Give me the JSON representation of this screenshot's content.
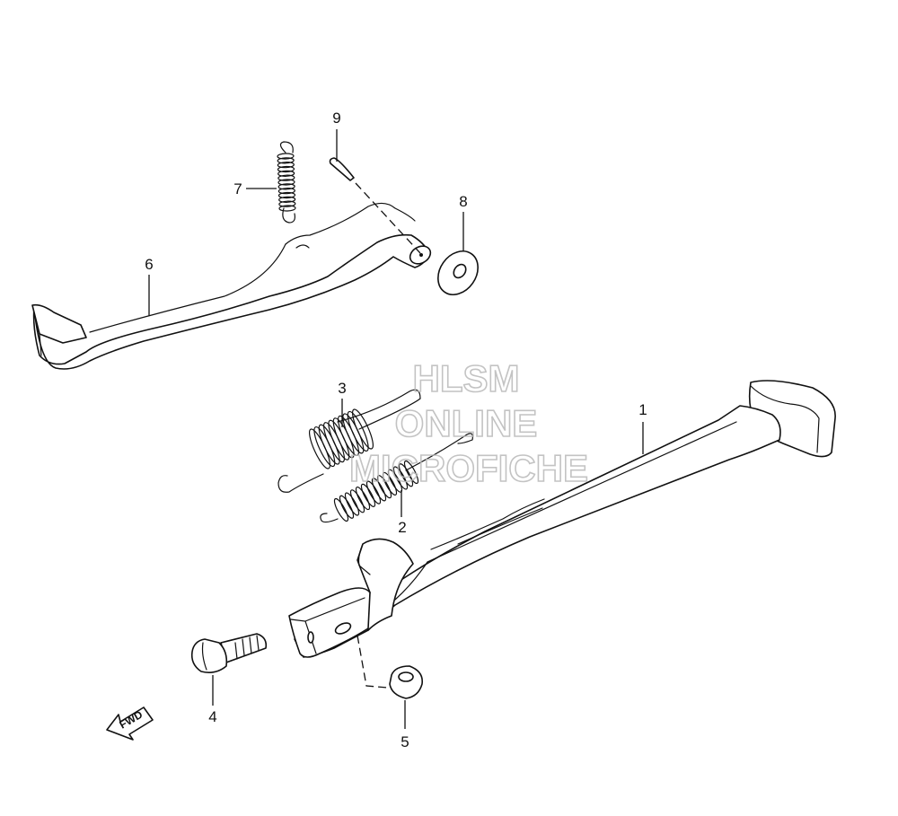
{
  "diagram": {
    "callouts": [
      {
        "id": "c1",
        "label": "1",
        "part": "side stand"
      },
      {
        "id": "c2",
        "label": "2",
        "part": "spring, small"
      },
      {
        "id": "c3",
        "label": "3",
        "part": "spring, large"
      },
      {
        "id": "c4",
        "label": "4",
        "part": "bolt"
      },
      {
        "id": "c5",
        "label": "5",
        "part": "nut"
      },
      {
        "id": "c6",
        "label": "6",
        "part": "lever"
      },
      {
        "id": "c7",
        "label": "7",
        "part": "spring"
      },
      {
        "id": "c8",
        "label": "8",
        "part": "washer"
      },
      {
        "id": "c9",
        "label": "9",
        "part": "cotter pin"
      }
    ],
    "direction_arrow": {
      "label": "FWD"
    },
    "watermark": {
      "line1": "HLSM",
      "line2": "ONLINE",
      "line3": "MICROFICHE"
    }
  }
}
